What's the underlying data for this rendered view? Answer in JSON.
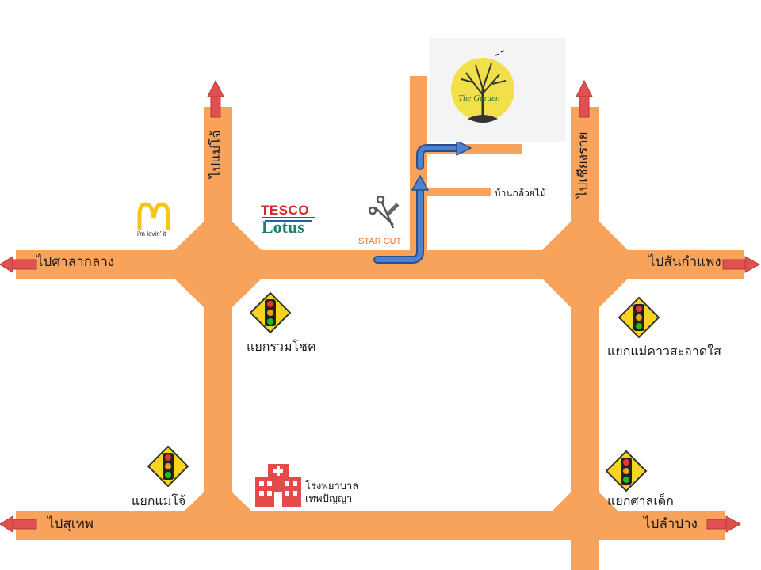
{
  "directions": {
    "north_left": "ไปแม่โจ้",
    "north_right": "ไปเชียงราย",
    "west_top": "ไปศาลากลาง",
    "east_top": "ไปสันกำแพง",
    "west_bottom": "ไปสุเทพ",
    "east_bottom": "ไปลำปาง"
  },
  "junctions": {
    "ruam_chok": "แยกรวมโชค",
    "mae_kao": "แยกแม่คาวสะอาดใส",
    "mae_jo": "แยกแม่โจ้",
    "san_dek": "แยกศาลเด็ก"
  },
  "landmarks": {
    "mcdonalds_tagline": "i'm lovin' it",
    "tesco": "TESCO",
    "lotus": "Lotus",
    "star_cut": "STAR CUT",
    "ban_kluai_mai": "บ้านกล้วยไม้",
    "hospital_line1": "โรงพยาบาล",
    "hospital_line2": "เทพปัญญา",
    "logo_text": "The Garden"
  },
  "colors": {
    "road": "#f7a35c",
    "arrow_red": "#e05050",
    "route_blue": "#3f74c4",
    "sign_yellow": "#f6d520",
    "hospital_red": "#e34b4b"
  }
}
